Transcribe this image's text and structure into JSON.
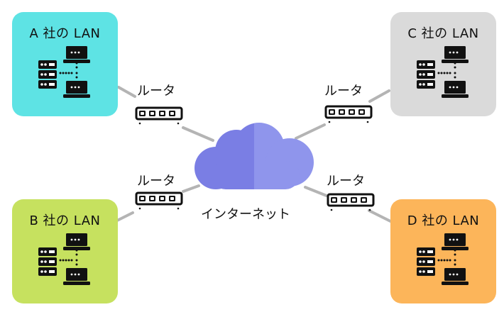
{
  "lans": [
    {
      "id": "a",
      "label": "A 社の LAN",
      "color": "#5ee3e4"
    },
    {
      "id": "b",
      "label": "B 社の LAN",
      "color": "#c6e15f"
    },
    {
      "id": "c",
      "label": "C 社の LAN",
      "color": "#dadada"
    },
    {
      "id": "d",
      "label": "D 社の LAN",
      "color": "#fcb55a"
    }
  ],
  "routers": [
    {
      "id": "a",
      "label": "ルータ"
    },
    {
      "id": "b",
      "label": "ルータ"
    },
    {
      "id": "c",
      "label": "ルータ"
    },
    {
      "id": "d",
      "label": "ルータ"
    }
  ],
  "internet": {
    "label": "インターネット",
    "color_left": "#7a7ee4",
    "color_right": "#8f95ec"
  },
  "connector_color": "#b4b4b4",
  "icons": {
    "server": "server-rack-icon",
    "laptop": "laptop-icon",
    "router": "network-switch-icon",
    "cloud": "cloud-icon"
  }
}
